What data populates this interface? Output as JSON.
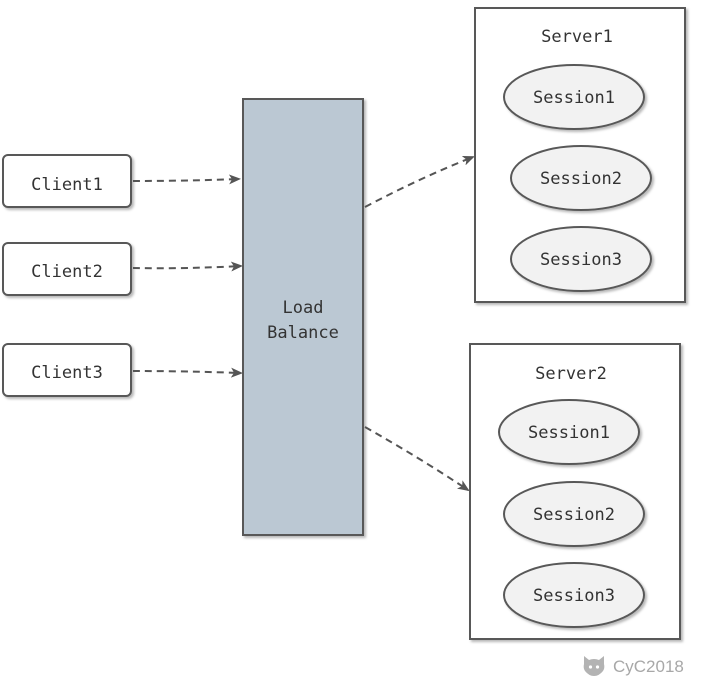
{
  "clients": [
    {
      "label": "Client1"
    },
    {
      "label": "Client2"
    },
    {
      "label": "Client3"
    }
  ],
  "load_balancer": {
    "line1": "Load",
    "line2": "Balance",
    "fill_color": "#bbc8d3"
  },
  "servers": [
    {
      "title": "Server1",
      "sessions": [
        "Session1",
        "Session2",
        "Session3"
      ]
    },
    {
      "title": "Server2",
      "sessions": [
        "Session1",
        "Session2",
        "Session3"
      ]
    }
  ],
  "colors": {
    "stroke": "#595959",
    "session_fill": "#f2f2f2",
    "box_fill": "#ffffff",
    "arrow": "#555555"
  },
  "watermark": {
    "text": "CyC2018",
    "icon": "github-cat-icon"
  }
}
